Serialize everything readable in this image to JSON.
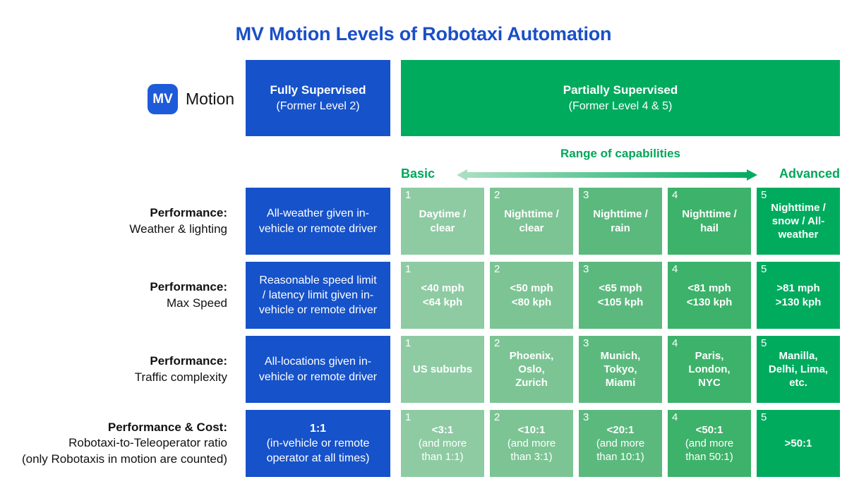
{
  "title": "MV Motion Levels of Robotaxi Automation",
  "logo": {
    "badge": "MV",
    "label": "Motion"
  },
  "header": {
    "fully": {
      "bold": "Fully Supervised",
      "sub": "(Former Level 2)"
    },
    "partially": {
      "bold": "Partially Supervised",
      "sub": "(Former Level 4 & 5)"
    }
  },
  "capabilities": {
    "title": "Range of capabilities",
    "left": "Basic",
    "right": "Advanced"
  },
  "colors": {
    "title_blue": "#1A4FC8",
    "blue": "#1652C9",
    "logo_blue": "#1E5BD9",
    "green": "#00AB5E",
    "green_text": "#00A75A",
    "arrow_light": "#AEE0C4",
    "cell_colors": [
      "#8ECBA3",
      "#7CC494",
      "#5CB97E",
      "#3DB26A",
      "#00AB5E"
    ]
  },
  "rows": [
    {
      "label_bold": "Performance:",
      "label_line2": "Weather & lighting",
      "label_line3": "",
      "blue_bold": "",
      "blue_text": "All-weather given in-\nvehicle or remote driver",
      "cells": [
        {
          "num": "1",
          "main": "Daytime /\nclear",
          "sub": ""
        },
        {
          "num": "2",
          "main": "Nighttime /\nclear",
          "sub": ""
        },
        {
          "num": "3",
          "main": "Nighttime /\nrain",
          "sub": ""
        },
        {
          "num": "4",
          "main": "Nighttime /\nhail",
          "sub": ""
        },
        {
          "num": "5",
          "main": "Nighttime /\nsnow / All-\nweather",
          "sub": ""
        }
      ]
    },
    {
      "label_bold": "Performance:",
      "label_line2": "Max Speed",
      "label_line3": "",
      "blue_bold": "",
      "blue_text": "Reasonable speed limit\n/ latency limit given in-\nvehicle or remote driver",
      "cells": [
        {
          "num": "1",
          "main": "<40 mph\n<64 kph",
          "sub": ""
        },
        {
          "num": "2",
          "main": "<50 mph\n<80 kph",
          "sub": ""
        },
        {
          "num": "3",
          "main": "<65 mph\n<105 kph",
          "sub": ""
        },
        {
          "num": "4",
          "main": "<81 mph\n<130 kph",
          "sub": ""
        },
        {
          "num": "5",
          "main": ">81 mph\n>130 kph",
          "sub": ""
        }
      ]
    },
    {
      "label_bold": "Performance:",
      "label_line2": "Traffic complexity",
      "label_line3": "",
      "blue_bold": "",
      "blue_text": "All-locations given in-\nvehicle or remote driver",
      "cells": [
        {
          "num": "1",
          "main": "US suburbs",
          "sub": ""
        },
        {
          "num": "2",
          "main": "Phoenix,\nOslo,\nZurich",
          "sub": ""
        },
        {
          "num": "3",
          "main": "Munich,\nTokyo,\nMiami",
          "sub": ""
        },
        {
          "num": "4",
          "main": "Paris,\nLondon,\nNYC",
          "sub": ""
        },
        {
          "num": "5",
          "main": "Manilla,\nDelhi, Lima,\netc.",
          "sub": ""
        }
      ]
    },
    {
      "label_bold": "Performance & Cost:",
      "label_line2": "Robotaxi-to-Teleoperator ratio",
      "label_line3": "(only Robotaxis in motion are counted)",
      "blue_bold": "1:1",
      "blue_text": "(in-vehicle or remote\noperator at all times)",
      "cells": [
        {
          "num": "1",
          "main": "<3:1",
          "sub": "(and more\nthan 1:1)"
        },
        {
          "num": "2",
          "main": "<10:1",
          "sub": "(and more\nthan 3:1)"
        },
        {
          "num": "3",
          "main": "<20:1",
          "sub": "(and more\nthan 10:1)"
        },
        {
          "num": "4",
          "main": "<50:1",
          "sub": "(and more\nthan 50:1)"
        },
        {
          "num": "5",
          "main": ">50:1",
          "sub": ""
        }
      ]
    }
  ]
}
